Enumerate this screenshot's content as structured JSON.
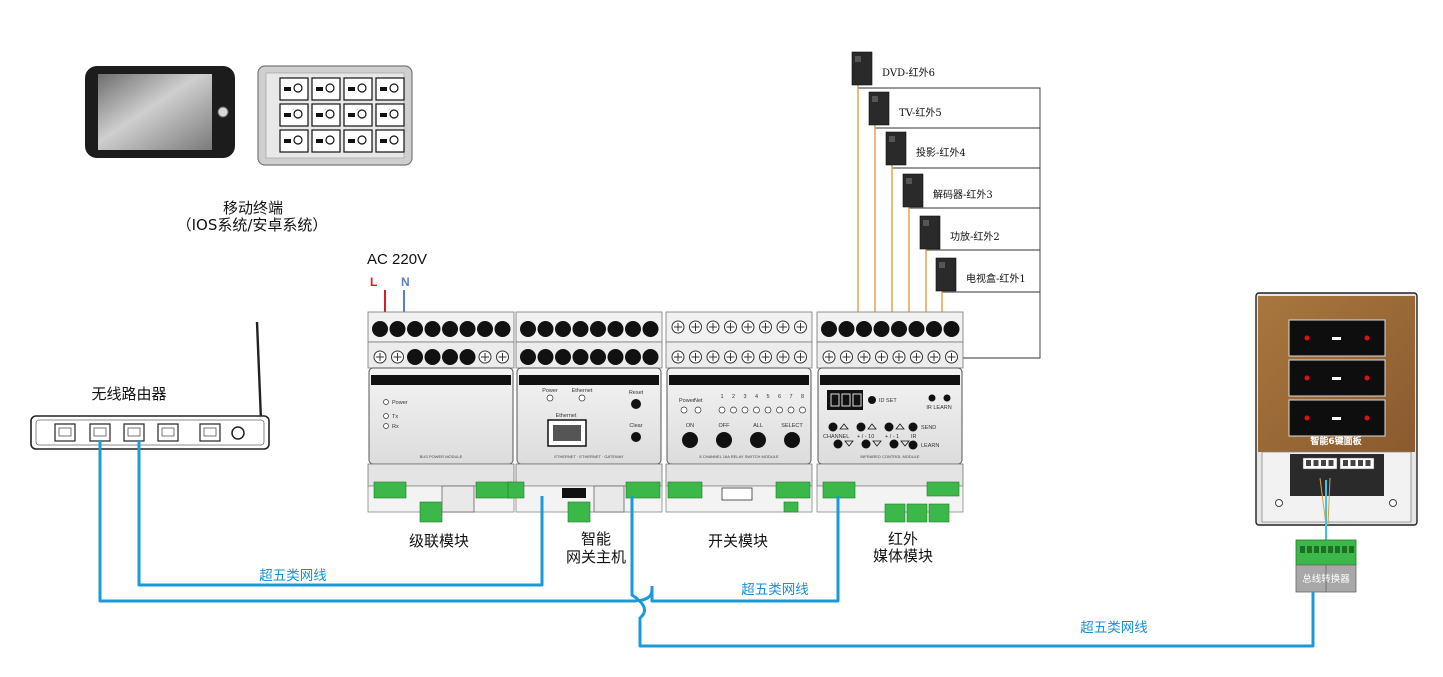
{
  "labels": {
    "mobile_terminal": "移动终端",
    "mobile_os": "（IOS系统/安卓系统）",
    "router": "无线路由器",
    "ac": "AC 220V",
    "line_l": "L",
    "line_n": "N",
    "cascade": "级联模块",
    "gateway_1": "智能",
    "gateway_2": "网关主机",
    "switch_module": "开关模块",
    "ir_1": "红外",
    "ir_2": "媒体模块",
    "panel": "智能6键面板",
    "converter": "总线转换器",
    "cable_1": "超五类网线",
    "cable_2": "超五类网线",
    "cable_3": "超五类网线"
  },
  "ir_emitters": [
    "DVD-红外6",
    "TV-红外5",
    "投影-红外4",
    "解码器-红外3",
    "功放-红外2",
    "电视盒-红外1"
  ],
  "module_text": {
    "power_mod": {
      "power": "Power",
      "tx": "Tx",
      "rx": "Rx",
      "footer": "BUS POWER MODULE"
    },
    "gateway": {
      "power": "Power",
      "ethernet": "Ethernet",
      "reset": "Reset",
      "clear": "Clear",
      "port": "Ethernet",
      "footer": "ETHERNET · ETHERNET · GATEWAY"
    },
    "relay": {
      "power": "Power",
      "net": "Net",
      "channels": [
        "1",
        "2",
        "3",
        "4",
        "5",
        "6",
        "7",
        "8"
      ],
      "on": "ON",
      "off": "OFF",
      "all": "ALL",
      "select": "SELECT",
      "footer": "8 CHANNEL 16A RELAY SWITCH MODULE"
    },
    "ir": {
      "idset": "ID SET",
      "irlearn": "IR LEARN",
      "channel": "CHANNEL",
      "plus10": "+ / - 10",
      "plus1": "+ / - 1",
      "send": "SEND",
      "ir": "IR",
      "learn": "LEARN",
      "footer": "INFRARED CONTROL MODULE"
    }
  },
  "colors": {
    "cable": "#1a9ad9",
    "ir_wire": "#e0a040",
    "live": "#d42020",
    "neutral": "#5a80c0",
    "panel_wood": "#9a6a3a",
    "terminal_green": "#3cb84a"
  }
}
